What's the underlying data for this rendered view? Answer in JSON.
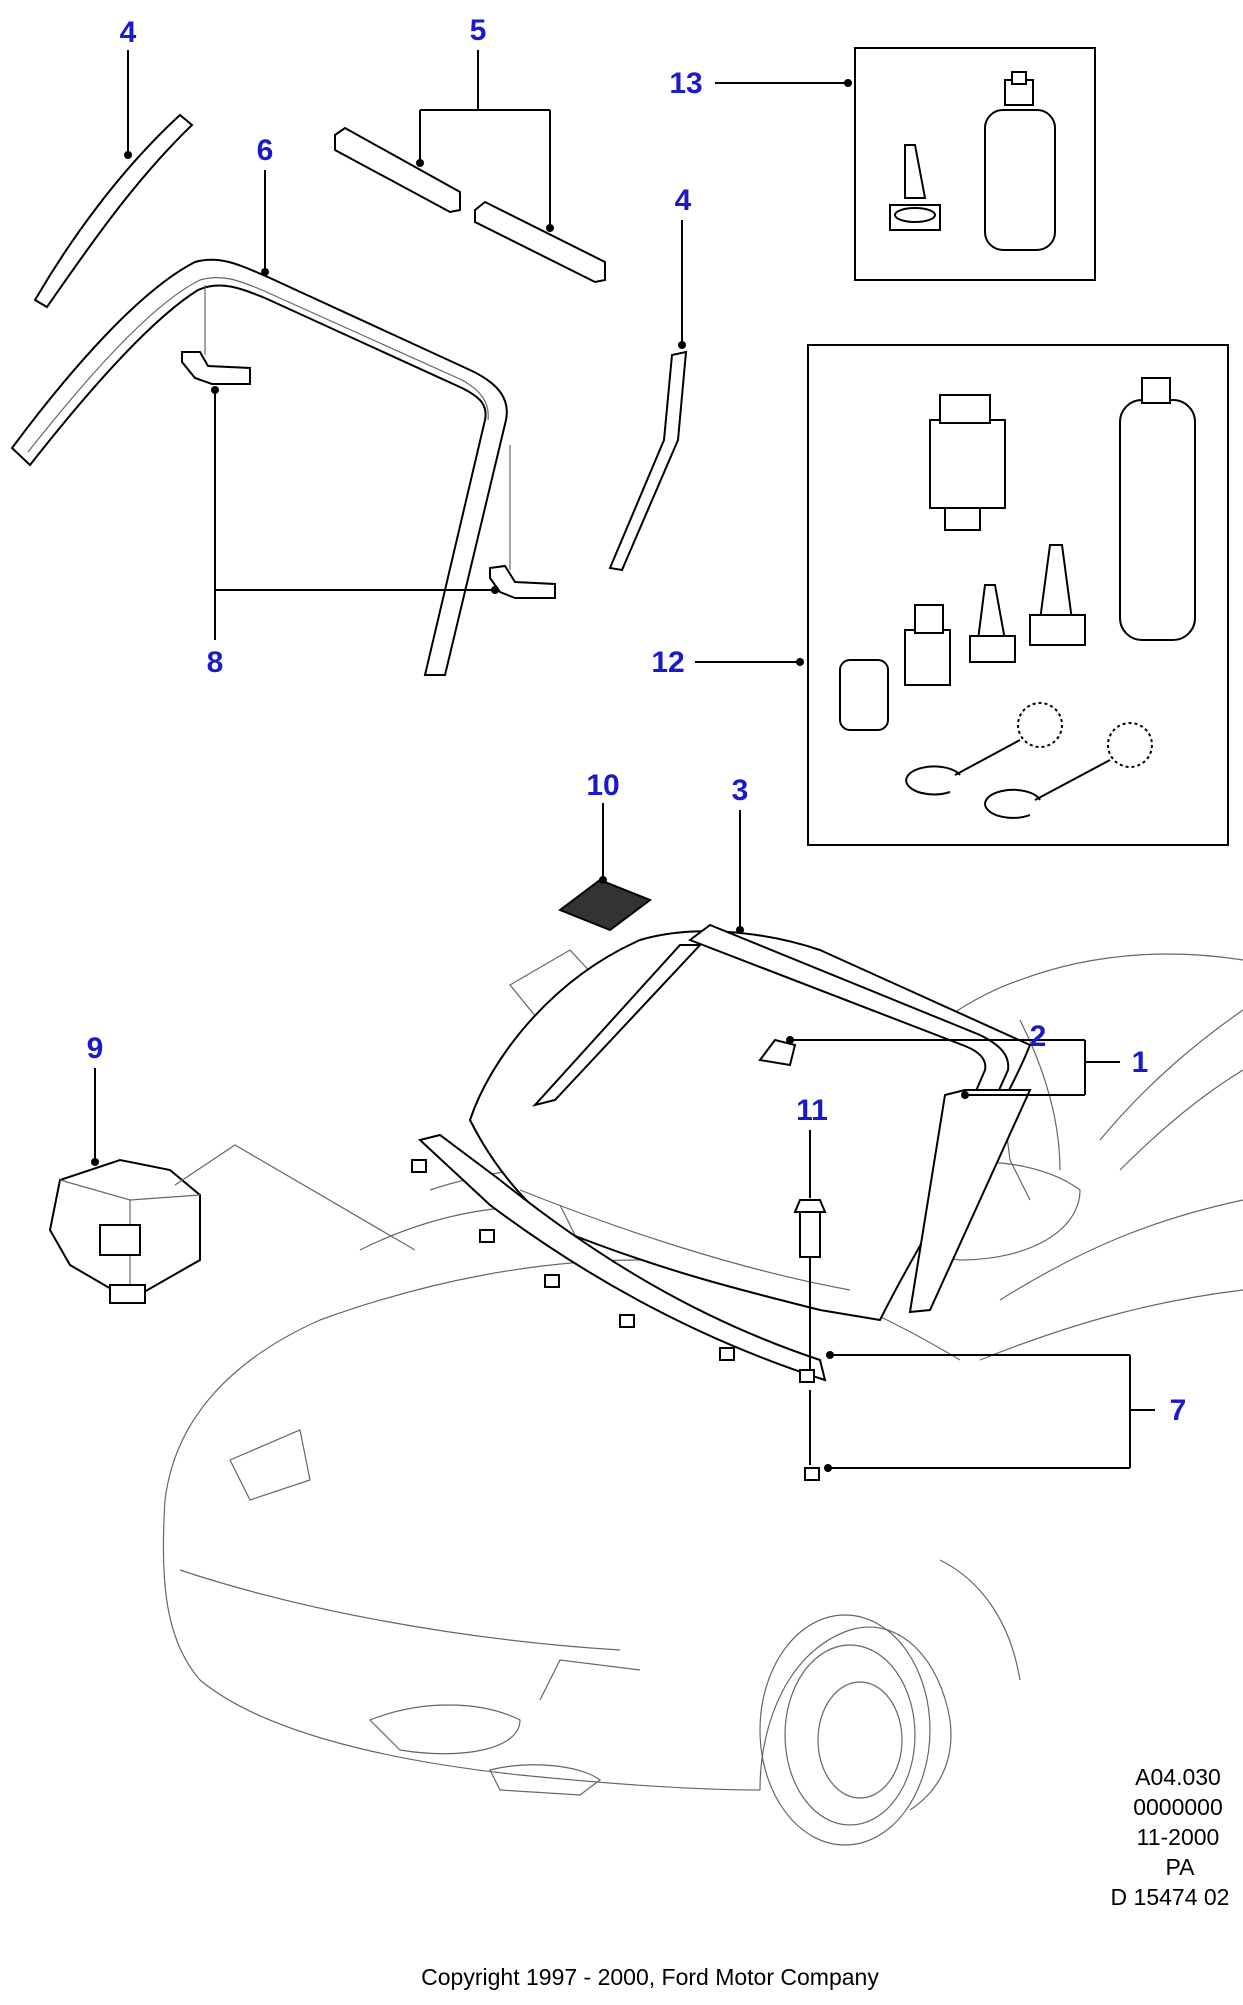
{
  "diagram": {
    "callouts": {
      "c1": "1",
      "c2": "2",
      "c3": "3",
      "c4a": "4",
      "c4b": "4",
      "c5": "5",
      "c6": "6",
      "c7": "7",
      "c8": "8",
      "c9": "9",
      "c10": "10",
      "c11": "11",
      "c12": "12",
      "c13": "13"
    },
    "ref_codes": [
      "A04.030",
      "0000000",
      "11-2000",
      "PA",
      "D 15474 02"
    ],
    "copyright": "Copyright 1997 - 2000, Ford Motor Company",
    "colors": {
      "callout": "#1a1acc",
      "line": "#000000",
      "car_outline": "#666666"
    }
  }
}
